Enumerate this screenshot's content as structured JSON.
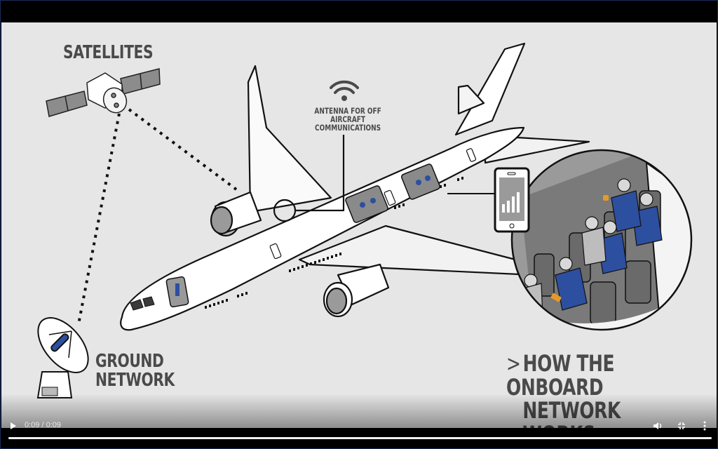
{
  "video": {
    "scene": {
      "labels": {
        "satellites": "SATELLITES",
        "antenna_line1": "ANTENNA FOR OFF AIRCRAFT",
        "antenna_line2": "COMMUNICATIONS",
        "ground_line1": "GROUND",
        "ground_line2": "NETWORK",
        "onboard_arrow": ">",
        "onboard_line1": "HOW THE ONBOARD",
        "onboard_line2": "NETWORK WORKS"
      },
      "icons": {
        "satellite": "satellite-icon",
        "wifi": "wifi-icon",
        "dish": "satellite-dish-icon",
        "phone": "smartphone-signal-icon",
        "airplane": "airplane-illustration",
        "cabin": "cabin-passengers-illustration"
      },
      "colors": {
        "background": "#e6e6e6",
        "text": "#4a4a4a",
        "accent_blue": "#2d4fa0",
        "accent_orange": "#e39a2a"
      }
    },
    "controls": {
      "play_icon": "play-icon",
      "current_time": "0:09",
      "separator": " / ",
      "duration": "0:09",
      "time_display": "0:09 / 0:09",
      "volume_icon": "volume-icon",
      "exit_fullscreen_icon": "exit-fullscreen-icon",
      "more_icon": "more-vertical-icon",
      "progress_fraction": 1.0
    }
  }
}
